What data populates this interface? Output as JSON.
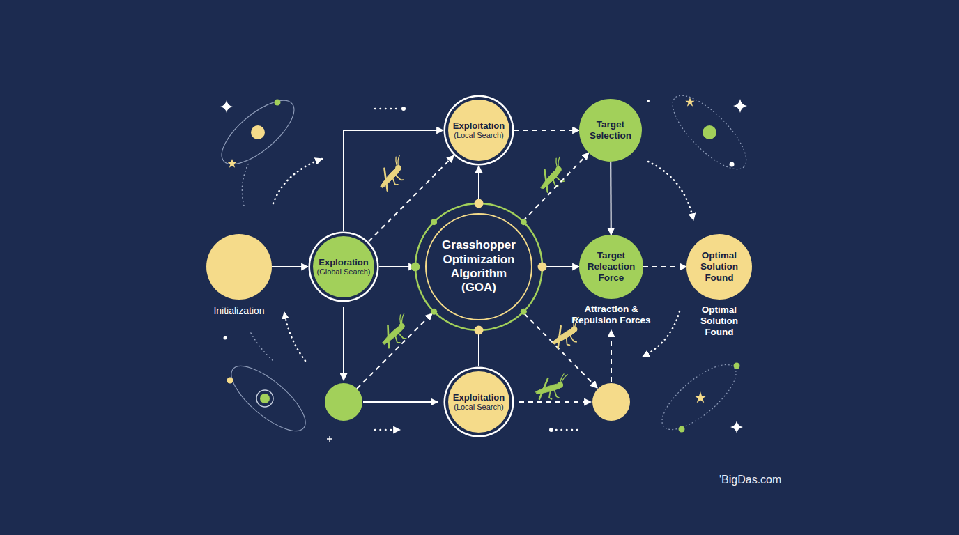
{
  "diagram": {
    "nodes": [
      {
        "text": [
          "Initialization"
        ]
      },
      {
        "text": [
          "Exploration",
          "(Global Search)"
        ]
      },
      {
        "text": [
          "Exploitation",
          "(Local Search)"
        ]
      },
      {
        "text": [
          "Target Selection"
        ]
      },
      {
        "text": [
          "Grasshopper Optimization Algorithm (GOA)"
        ]
      },
      {
        "text": [
          "Target Releaction Force",
          "Attraction & Repulsion Forces"
        ]
      },
      {
        "text": [
          "Optimal Solution Found",
          "Optimal Solution Found"
        ]
      },
      {
        "text": [
          "Exploitation",
          "(Local Search)"
        ]
      }
    ],
    "edges": [
      {
        "from": 0,
        "to": 1,
        "arrow": "to"
      },
      {
        "from": 1,
        "to": 2,
        "arrow": "to"
      },
      {
        "from": 1,
        "to": 2,
        "arrow": "to"
      },
      {
        "from": 1,
        "to": 4,
        "arrow": "to"
      },
      {
        "from": 4,
        "to": 2,
        "arrow": "to"
      },
      {
        "from": 2,
        "to": 3,
        "arrow": "to"
      },
      {
        "from": 4,
        "to": 3,
        "arrow": "to"
      },
      {
        "from": 3,
        "to": 5,
        "arrow": "to"
      },
      {
        "from": 4,
        "to": 5,
        "arrow": "to"
      },
      {
        "from": 5,
        "to": 6,
        "arrow": "to"
      },
      {
        "from": 4,
        "to": 7,
        "arrow": "none"
      }
    ],
    "labels": [
      "'BigDas.com"
    ]
  }
}
